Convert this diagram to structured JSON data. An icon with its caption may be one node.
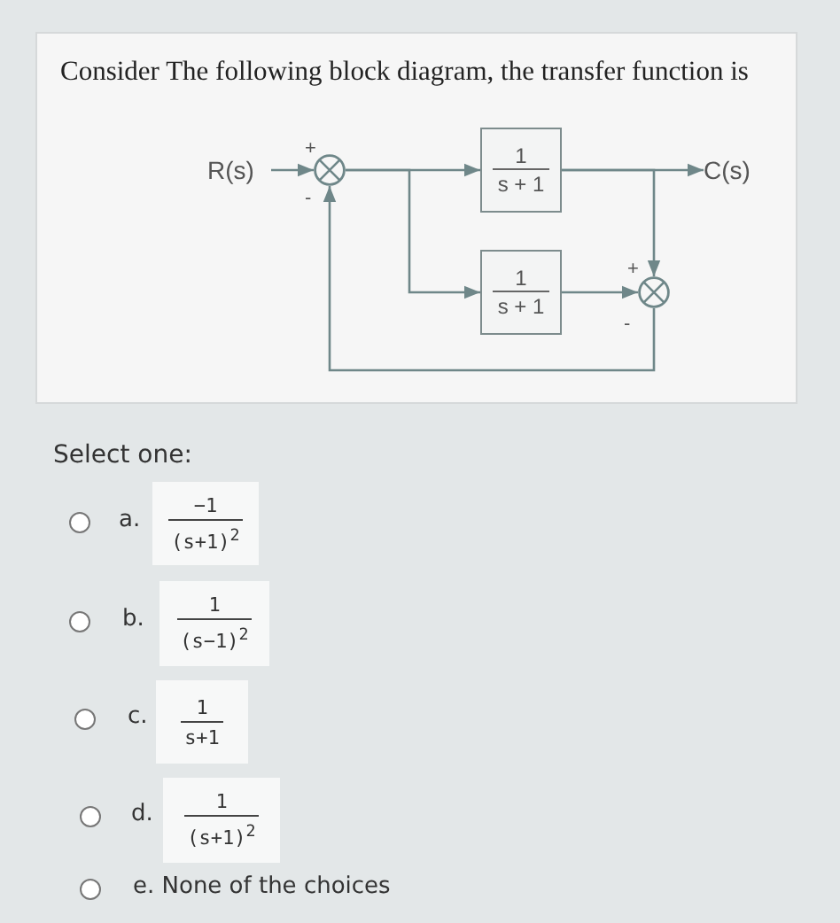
{
  "diagram": {
    "title": "Consider The following block diagram, the transfer function is",
    "nodes": [
      {
        "text": [
          "R(s)"
        ]
      },
      {
        "text": [],
        "shape": "circle",
        "beside": [
          "+",
          "-"
        ]
      },
      {
        "text": [
          "1",
          "s + 1"
        ]
      },
      {
        "text": [
          "1",
          "s + 1"
        ]
      },
      {
        "text": [],
        "shape": "circle",
        "beside": [
          "+",
          "-"
        ]
      },
      {
        "text": [
          "C(s)"
        ]
      }
    ],
    "edges": [
      {
        "from": 0,
        "to": 1,
        "arrow": "to"
      },
      {
        "from": 1,
        "to": 2,
        "arrow": "to"
      },
      {
        "from": 1,
        "to": 3,
        "arrow": "to"
      },
      {
        "from": 2,
        "to": 5,
        "arrow": "to"
      },
      {
        "from": 2,
        "to": 4,
        "arrow": "to"
      },
      {
        "from": 3,
        "to": 4,
        "arrow": "to"
      },
      {
        "from": 4,
        "to": 1,
        "arrow": "to"
      }
    ],
    "labels": [
      "Select one:",
      "a.",
      "−1",
      "(s+1)$^{2}$",
      "b.",
      "1",
      "(s−1)$^{2}$",
      "c.",
      "1",
      "s+1",
      "d.",
      "1",
      "(s+1)$^{2}$",
      "e. None of the choices"
    ]
  }
}
